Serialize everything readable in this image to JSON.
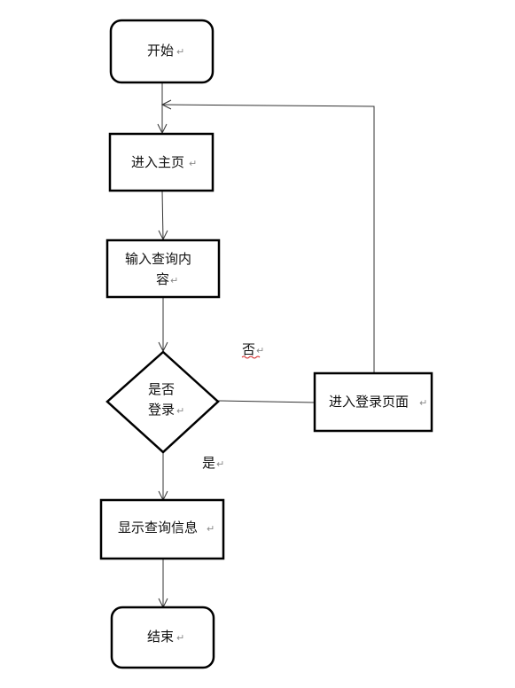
{
  "nodes": {
    "start": "开始",
    "enter_home": "进入主页",
    "input_query_line1": "输入查询内",
    "input_query_line2": "容",
    "decision_line1": "是否",
    "decision_line2": "登录",
    "login_page": "进入登录页面",
    "show_info": "显示查询信息",
    "end": "结束"
  },
  "edge_labels": {
    "no": "否",
    "yes": "是"
  },
  "paragraph_mark": "↵"
}
